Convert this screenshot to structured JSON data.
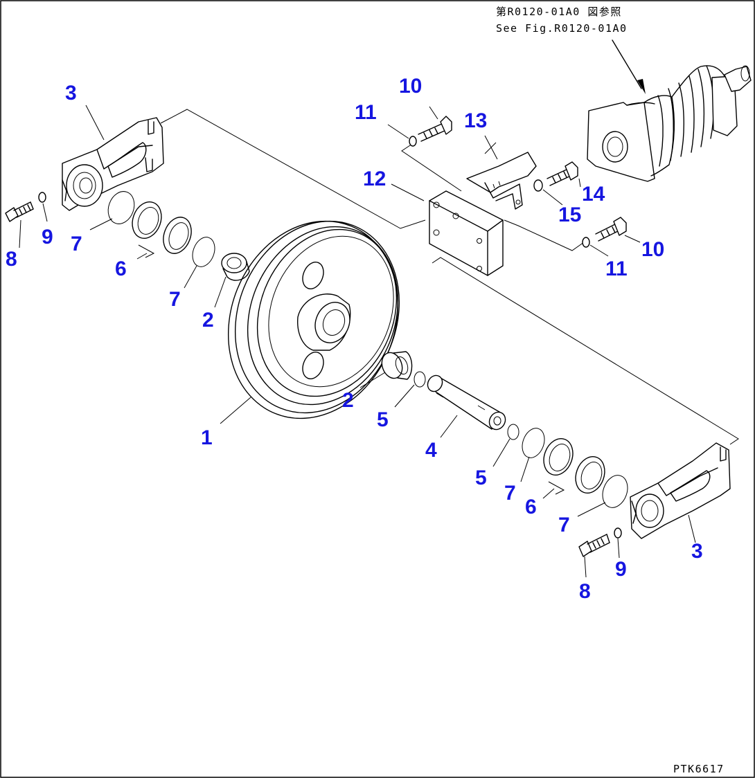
{
  "reference": {
    "jp": "第R0120-01A0 図参照",
    "en": "See Fig.R0120-01A0"
  },
  "drawing_code": "PTK6617",
  "colors": {
    "label": "#1616e0",
    "line": "#000000",
    "background": "#ffffff"
  },
  "callouts": [
    {
      "id": "c3a",
      "text": "3"
    },
    {
      "id": "c8a",
      "text": "8"
    },
    {
      "id": "c9a",
      "text": "9"
    },
    {
      "id": "c7a",
      "text": "7"
    },
    {
      "id": "c6a",
      "text": "6"
    },
    {
      "id": "c7b",
      "text": "7"
    },
    {
      "id": "c2a",
      "text": "2"
    },
    {
      "id": "c1",
      "text": "1"
    },
    {
      "id": "c2b",
      "text": "2"
    },
    {
      "id": "c5a",
      "text": "5"
    },
    {
      "id": "c4",
      "text": "4"
    },
    {
      "id": "c5b",
      "text": "5"
    },
    {
      "id": "c7c",
      "text": "7"
    },
    {
      "id": "c6b",
      "text": "6"
    },
    {
      "id": "c7d",
      "text": "7"
    },
    {
      "id": "c3b",
      "text": "3"
    },
    {
      "id": "c9b",
      "text": "9"
    },
    {
      "id": "c8b",
      "text": "8"
    },
    {
      "id": "c10a",
      "text": "10"
    },
    {
      "id": "c11a",
      "text": "11"
    },
    {
      "id": "c13",
      "text": "13"
    },
    {
      "id": "c12",
      "text": "12"
    },
    {
      "id": "c14",
      "text": "14"
    },
    {
      "id": "c15",
      "text": "15"
    },
    {
      "id": "c10b",
      "text": "10"
    },
    {
      "id": "c11b",
      "text": "11"
    }
  ]
}
